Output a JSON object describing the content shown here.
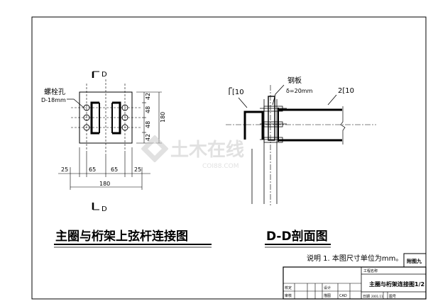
{
  "left_view": {
    "section_mark_top": "D",
    "section_mark_bottom": "D",
    "hole_label_1": "螺栓孔",
    "hole_label_2": "D-18mm",
    "dims_right": [
      "42",
      "48",
      "48",
      "42"
    ],
    "dim_right_total": "180",
    "dims_bottom": [
      "25",
      "65",
      "65",
      "25"
    ],
    "dim_bottom_total": "180",
    "title": "主圈与桁架上弦杆连接图"
  },
  "right_view": {
    "left_member": "[10",
    "right_member": "2[10",
    "plate_label": "钢板",
    "plate_thickness": "δ=20mm",
    "title": "D-D剖面图"
  },
  "note": "说明   1. 本图尺寸单位为mm。",
  "title_block": {
    "drawing_no": "附图九",
    "project_name_label": "工程名称",
    "drawing_title": "主圈与桁架连接图1/2",
    "check_label": "校定",
    "review_label": "审核",
    "design_label": "设计",
    "draw_label": "描图",
    "cad_label": "CAD",
    "date_label": "日期",
    "date_value": "2001.11",
    "sheet_label": "图号"
  },
  "watermark": {
    "text": "土木在线",
    "sub": "COI88.COM"
  },
  "colors": {
    "line": "#000000",
    "watermark": "#c9c9c9"
  }
}
